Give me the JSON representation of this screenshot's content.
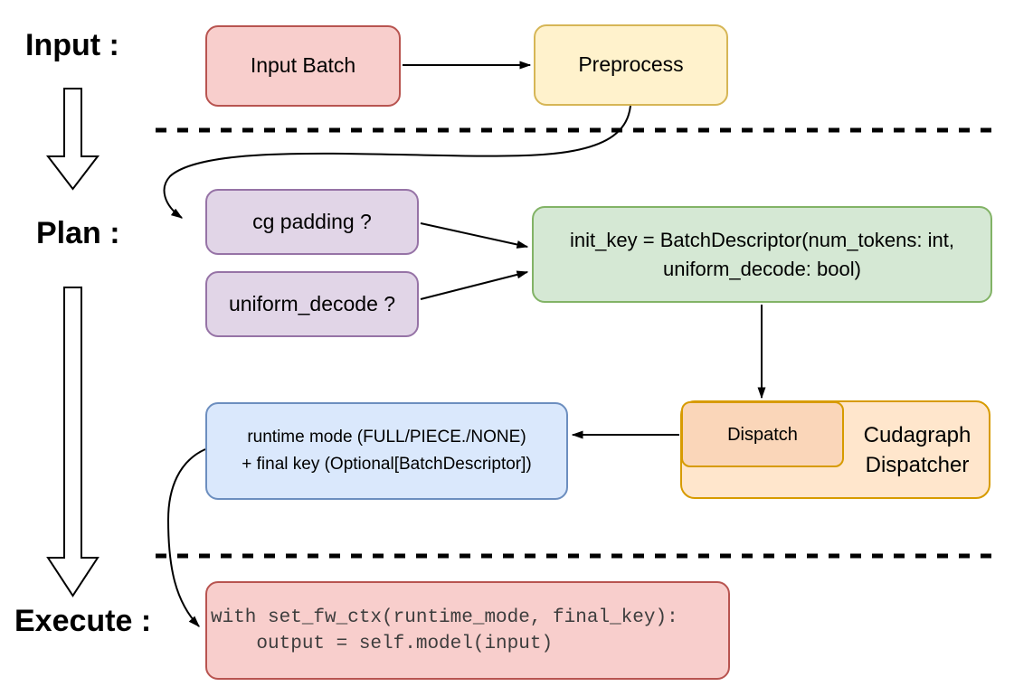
{
  "sections": {
    "input_label": "Input :",
    "plan_label": "Plan :",
    "execute_label": "Execute :"
  },
  "nodes": {
    "input_batch": "Input Batch",
    "preprocess": "Preprocess",
    "cg_padding": "cg padding ?",
    "uniform_decode": "uniform_decode ?",
    "init_key_line1": "init_key = BatchDescriptor(num_tokens: int,",
    "init_key_line2": "uniform_decode: bool)",
    "dispatch": "Dispatch",
    "cudagraph_line1": "Cudagraph",
    "cudagraph_line2": "Dispatcher",
    "runtime_line1": "runtime mode (FULL/PIECE./NONE)",
    "runtime_line2": "+ final key (Optional[BatchDescriptor])",
    "code_line1": "with set_fw_ctx(runtime_mode, final_key):",
    "code_line2": "    output = self.model(input)"
  },
  "edges": [
    {
      "from": "input_batch",
      "to": "preprocess"
    },
    {
      "from": "preprocess",
      "to": "cg_padding"
    },
    {
      "from": "cg_padding",
      "to": "init_key"
    },
    {
      "from": "uniform_decode",
      "to": "init_key"
    },
    {
      "from": "init_key",
      "to": "dispatch"
    },
    {
      "from": "dispatch",
      "to": "runtime_mode"
    },
    {
      "from": "runtime_mode",
      "to": "execute_code"
    },
    {
      "from": "section_input",
      "to": "section_plan"
    },
    {
      "from": "section_plan",
      "to": "section_execute"
    }
  ],
  "colors": {
    "red_fill": "#F8CECC",
    "red_stroke": "#B85450",
    "yellow_fill": "#FFF2CC",
    "yellow_stroke": "#D6B656",
    "purple_fill": "#E1D5E7",
    "purple_stroke": "#9673A6",
    "green_fill": "#D5E8D4",
    "green_stroke": "#82B366",
    "blue_fill": "#DAE8FC",
    "blue_stroke": "#6C8EBF",
    "orange_fill": "#FFE6CC",
    "orange_stroke": "#D79B00",
    "dispatch_fill": "#FAD6B9",
    "arrow_color": "#000000",
    "code_text": "#3d3d3d"
  }
}
